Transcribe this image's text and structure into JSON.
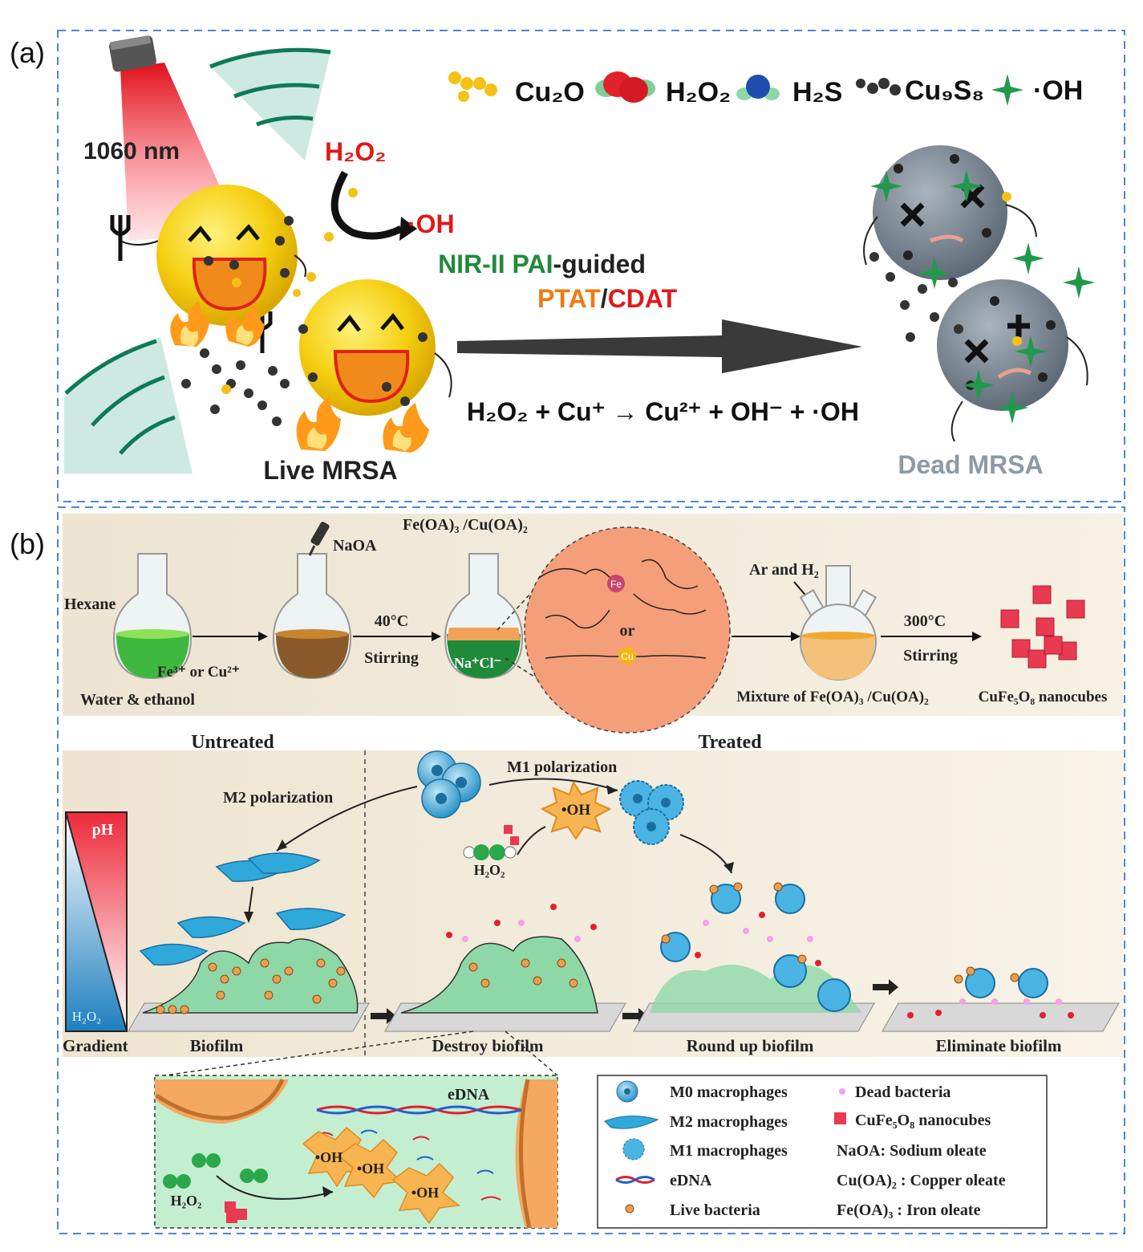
{
  "panel_a": {
    "label": "(a)",
    "legend": {
      "cu2o": "Cu₂O",
      "h2o2": "H₂O₂",
      "h2s": "H₂S",
      "cu9s8": "Cu₉S₈",
      "oh": "·OH"
    },
    "laser": "1060 nm",
    "h2o2_label": "H₂O₂",
    "oh_label": "·OH",
    "guide_line1_green": "NIR-II PAI",
    "guide_line1_rest": "-guided",
    "guide_line2_ptat": "PTAT",
    "guide_line2_slash": "/",
    "guide_line2_cdat": "CDAT",
    "equation": "H₂O₂  + Cu⁺ → Cu²⁺ + OH⁻ + ·OH",
    "live": "Live MRSA",
    "dead": "Dead MRSA"
  },
  "panel_b": {
    "label": "(b)",
    "synthesis": {
      "hexane": "Hexane",
      "water_ethanol": "Water & ethanol",
      "fe_cu": "Fe³⁺ or Cu²⁺",
      "naoa": "NaOA",
      "fe_cu_oa": "Fe(OA)₃ /Cu(OA)₂",
      "temp1": "40°C",
      "stir1": "Stirring",
      "nacl": "Na⁺Cl⁻",
      "fe_atom": "Fe",
      "or": "or",
      "cu_atom": "Cu",
      "ar_h2": "Ar and H₂",
      "temp2": "300°C",
      "stir2": "Stirring",
      "mixture": "Mixture of Fe(OA)₃ /Cu(OA)₂",
      "nanocubes": "CuFe₅O₈ nanocubes"
    },
    "treatment": {
      "untreated": "Untreated",
      "treated": "Treated",
      "m2_pol": "M2 polarization",
      "m1_pol": "M1 polarization",
      "oh": "•OH",
      "h2o2": "H₂O₂",
      "ph": "pH",
      "h2o2_grad": "H₂O₂",
      "gradient": "Gradient",
      "biofilm": "Biofilm",
      "destroy": "Destroy biofilm",
      "roundup": "Round up biofilm",
      "eliminate": "Eliminate biofilm"
    },
    "inset": {
      "edna": "eDNA",
      "oh1": "•OH",
      "oh2": "•OH",
      "oh3": "•OH",
      "h2o2": "H₂O₂"
    },
    "legend": [
      {
        "icon": "m0",
        "label": "M0 macrophages"
      },
      {
        "icon": "m2",
        "label": "M2 macrophages"
      },
      {
        "icon": "m1",
        "label": "M1 macrophages"
      },
      {
        "icon": "edna",
        "label": "eDNA"
      },
      {
        "icon": "live",
        "label": "Live bacteria"
      },
      {
        "icon": "dead",
        "label": "Dead bacteria"
      },
      {
        "icon": "cube",
        "label": "CuFe₅O₈ nanocubes"
      },
      {
        "icon": "none",
        "label": "NaOA: Sodium oleate"
      },
      {
        "icon": "none",
        "label": "Cu(OA)₂ : Copper oleate"
      },
      {
        "icon": "none",
        "label": "Fe(OA)₃ : Iron oleate"
      }
    ]
  },
  "colors": {
    "frame": "#4a86d8",
    "green_text": "#1f8a3a",
    "orange_text": "#f07a10",
    "red_text": "#e01818",
    "gray_text": "#8a9aa8",
    "bacteria": "#f4cc10",
    "dead_bacteria": "#7f8c98",
    "macrophage": "#3aa8dc",
    "biofilm": "#8ed8a8"
  }
}
